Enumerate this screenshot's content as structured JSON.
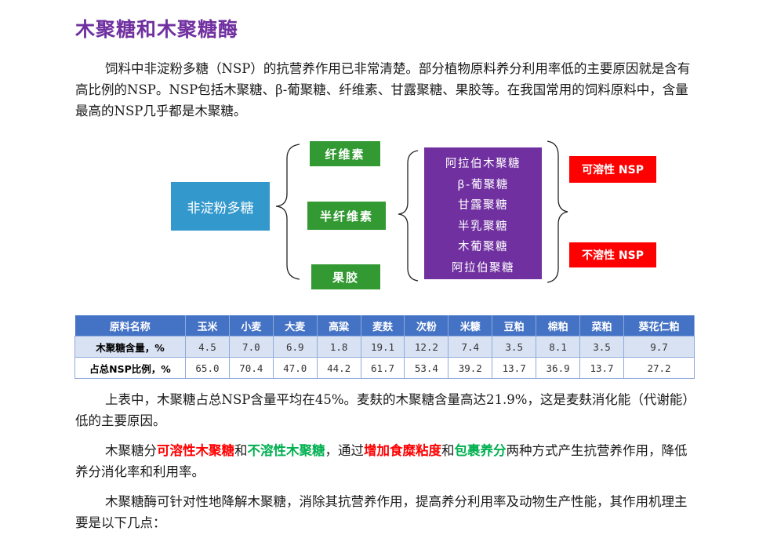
{
  "title": "木聚糖和木聚糖酶",
  "intro": "饲料中非淀粉多糖（NSP）的抗营养作用已非常清楚。部分植物原料养分利用率低的主要原因就是含有高比例的NSP。NSP包括木聚糖、β-葡聚糖、纤维素、甘露聚糖、果胶等。在我国常用的饲料原料中，含量最高的NSP几乎都是木聚糖。",
  "diagram": {
    "root": "非淀粉多糖",
    "branches": [
      "纤维素",
      "半纤维素",
      "果胶"
    ],
    "hemicellulose_components": [
      "阿拉伯木聚糖",
      "β-葡聚糖",
      "甘露聚糖",
      "半乳聚糖",
      "木葡聚糖",
      "阿拉伯聚糖"
    ],
    "solubility": [
      "可溶性 NSP",
      "不溶性 NSP"
    ]
  },
  "table": {
    "headers": [
      "原料名称",
      "玉米",
      "小麦",
      "大麦",
      "高粱",
      "麦麸",
      "次粉",
      "米糠",
      "豆粕",
      "棉粕",
      "菜粕",
      "葵花仁粕"
    ],
    "rows": [
      {
        "label": "木聚糖含量，%",
        "values": [
          "4.5",
          "7.0",
          "6.9",
          "1.8",
          "19.1",
          "12.2",
          "7.4",
          "3.5",
          "8.1",
          "3.5",
          "9.7"
        ]
      },
      {
        "label": "占总NSP比例，%",
        "values": [
          "65.0",
          "70.4",
          "47.0",
          "44.2",
          "61.7",
          "53.4",
          "39.2",
          "13.7",
          "36.9",
          "13.7",
          "27.2"
        ]
      }
    ]
  },
  "para2": "上表中，木聚糖占总NSP含量平均在45%。麦麸的木聚糖含量高达21.9%，这是麦麸消化能（代谢能）低的主要原因。",
  "para3": {
    "t1": "木聚糖分",
    "h1": "可溶性木聚糖",
    "t2": "和",
    "h2": "不溶性木聚糖",
    "t3": "，通过",
    "h3": "增加食糜粘度",
    "t4": "和",
    "h4": "包裹养分",
    "t5": "两种方式产生抗营养作用，降低养分消化率和利用率。"
  },
  "para4": "木聚糖酶可针对性地降解木聚糖，消除其抗营养作用，提高养分利用率及动物生产性能，其作用机理主要是以下几点：",
  "colors": {
    "title": "#7030a0",
    "root_box": "#3399cc",
    "green_box": "#339933",
    "purple_box": "#7030a0",
    "red_box": "#ff0000",
    "table_header": "#4472c4",
    "table_row_alt": "#d9e2f3",
    "highlight_red": "#ff0000",
    "highlight_green": "#00b050"
  }
}
